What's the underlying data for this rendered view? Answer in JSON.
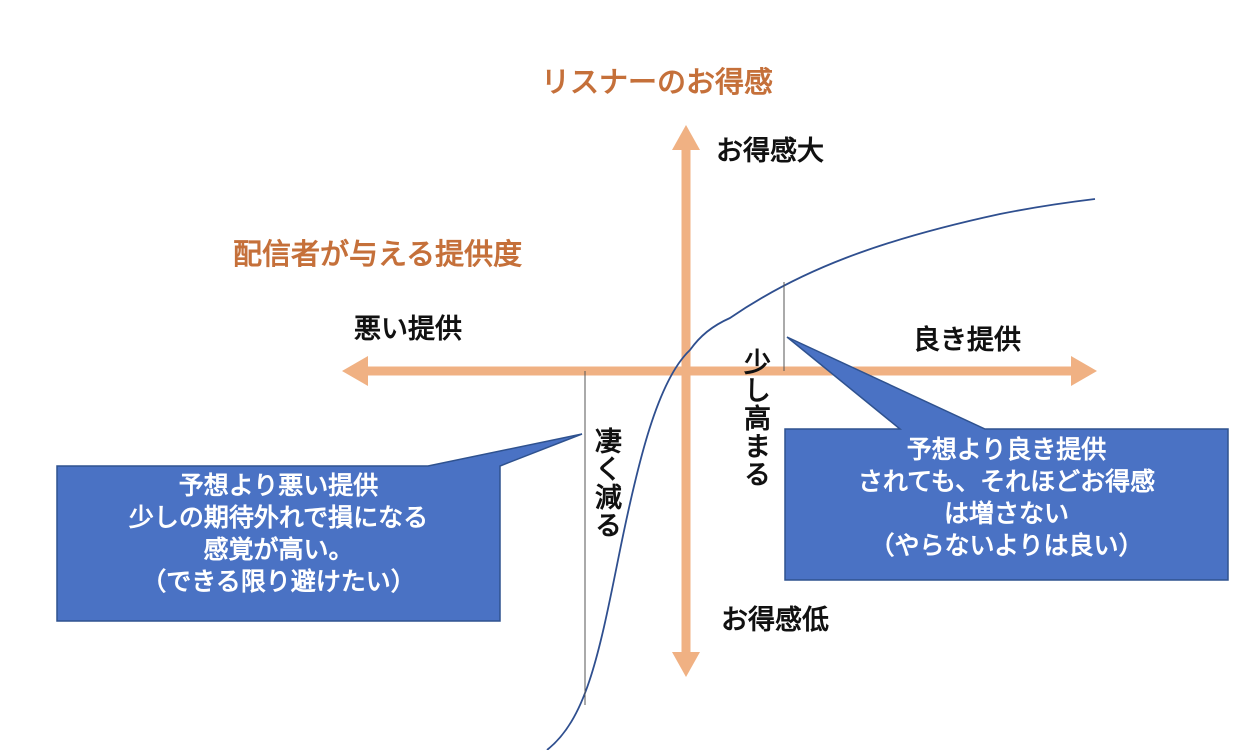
{
  "title": "リスナーのお得感",
  "subtitle": "配信者が与える提供度",
  "axes": {
    "y_top": "お得感大",
    "y_bottom": "お得感低",
    "x_left": "悪い提供",
    "x_right": "良き提供"
  },
  "markers": {
    "negative": "凄く減る",
    "positive": "少し高まる"
  },
  "callouts": {
    "left": [
      "予想より悪い提供",
      "少しの期待外れで損になる",
      "感覚が高い。",
      "（できる限り避けたい）"
    ],
    "right": [
      "予想より良き提供",
      "されても、それほどお得感",
      "は増さない",
      "（やらないよりは良い）"
    ]
  },
  "colors": {
    "axis": "#f0b183",
    "accent_text": "#c5703a",
    "curve": "#2f4f8f",
    "callout_fill": "#4a72c4",
    "callout_border": "#2f528f"
  }
}
